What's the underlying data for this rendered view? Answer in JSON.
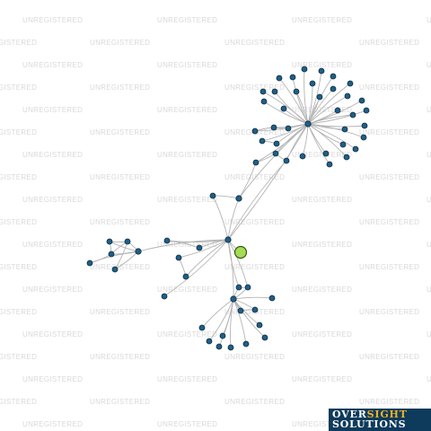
{
  "watermark": {
    "text": "UNREGISTERED",
    "color": "#d9d9d9"
  },
  "colors": {
    "edge": "#b3b3b3",
    "node_fill": "#1f5f86",
    "node_stroke": "#0d2c40",
    "focus_fill": "#a6dc55",
    "logo_bg": "#0e3b5c",
    "logo_accent": "#f0b323"
  },
  "logo": {
    "word1": "OVER",
    "word2": "SIGHT",
    "line2": "SOLUTIONS"
  },
  "graph": {
    "focus_node": "f",
    "hubs": [
      "A",
      "B",
      "C",
      "D",
      "E"
    ]
  }
}
